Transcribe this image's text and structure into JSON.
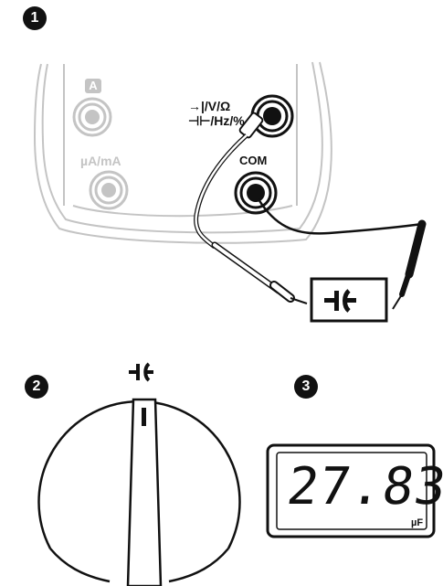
{
  "steps": [
    {
      "number": "1"
    },
    {
      "number": "2"
    },
    {
      "number": "3"
    }
  ],
  "meter": {
    "jack_a_label": "A",
    "jack_ua_ma_label": "µA/mA",
    "jack_v_line1": "→|/V/Ω",
    "jack_v_line2": "⊣⊢/Hz/%",
    "jack_com_label": "COM"
  },
  "capacitor_box": {
    "symbol": "capacitor-symbol"
  },
  "dial": {
    "symbol": "capacitor-symbol"
  },
  "display": {
    "reading": "27.83",
    "unit": "µF"
  },
  "colors": {
    "ink": "#111111",
    "muted": "#c4c4c4",
    "background": "#ffffff"
  }
}
